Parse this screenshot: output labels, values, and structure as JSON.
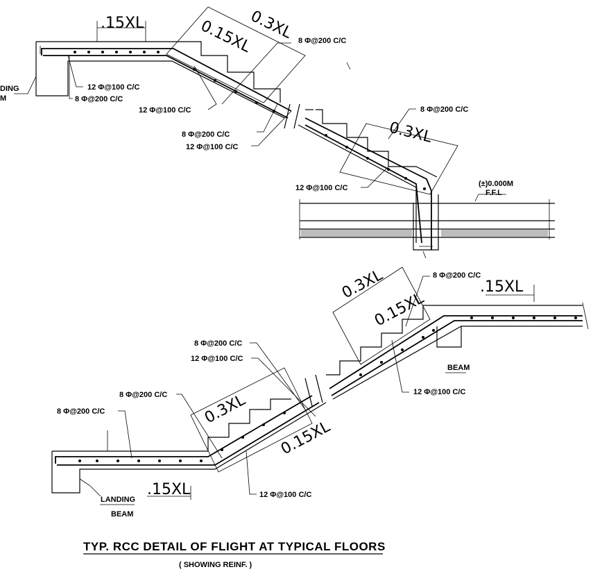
{
  "upper_flight": {
    "dims": [
      ".15XL",
      "0.3XL",
      "0.15XL",
      "0.3XL"
    ],
    "labels": {
      "top_dist": "8 Φ@200 C/C",
      "landing_main": "12 Φ@100 C/C",
      "landing_dist": "8 Φ@200 C/C",
      "waist_main": "12 Φ@100 C/C",
      "mid_dist": "8 Φ@200 C/C",
      "mid_main": "12 Φ@100 C/C",
      "lower_dist": "8 Φ@200 C/C",
      "bottom_main": "12 Φ@100 C/C"
    },
    "landing_beam_partial": [
      "DING",
      "M"
    ],
    "level": "(±)0.000M",
    "level_sub": "F.F.L"
  },
  "lower_flight": {
    "dims": [
      ".15XL",
      "0.3XL",
      "0.15XL",
      "0.3XL",
      "0.15XL",
      ".15XL"
    ],
    "labels": {
      "top_dist": "8 Φ@200 C/C",
      "mid_dist": "8 Φ@200 C/C",
      "mid_main": "12 Φ@100 C/C",
      "right_main": "12 Φ@100 C/C",
      "lower_dist1": "8 Φ@200 C/C",
      "lower_dist2": "8 Φ@200 C/C",
      "bottom_main": "12 Φ@100 C/C"
    },
    "beam": "BEAM",
    "landing_beam": [
      "LANDING",
      "BEAM"
    ]
  },
  "title": "TYP. RCC DETAIL OF FLIGHT AT TYPICAL FLOORS",
  "subtitle": "( SHOWING REINF. )"
}
